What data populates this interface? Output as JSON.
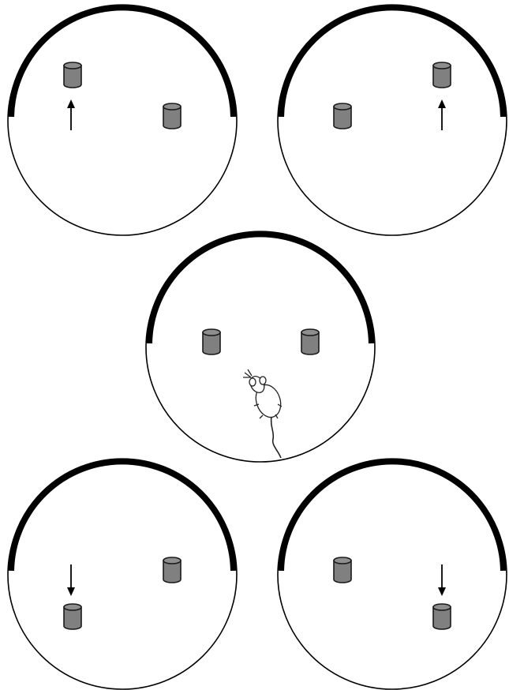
{
  "figure": {
    "description_visible_text": [],
    "background": "#ffffff",
    "wall_color": "#000000",
    "object_color": "#808080",
    "icons": [
      "object-cylinder-icon",
      "arrow-up-icon",
      "arrow-down-icon",
      "rat-icon"
    ]
  },
  "arenas": [
    {
      "id": "top-left",
      "moved_object": "left",
      "arrow": "up"
    },
    {
      "id": "top-right",
      "moved_object": "right",
      "arrow": "up"
    },
    {
      "id": "center",
      "moved_object": "none",
      "arrow": "none",
      "animal": "rat"
    },
    {
      "id": "bottom-left",
      "moved_object": "left",
      "arrow": "down"
    },
    {
      "id": "bottom-right",
      "moved_object": "right",
      "arrow": "down"
    }
  ]
}
